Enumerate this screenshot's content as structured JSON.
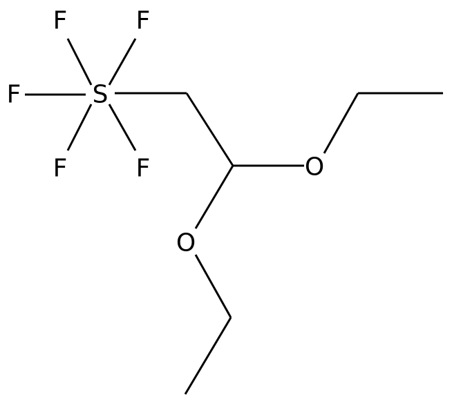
{
  "structure": {
    "atoms": [
      {
        "id": "S1",
        "symbol": "S"
      },
      {
        "id": "F1",
        "symbol": "F"
      },
      {
        "id": "F2",
        "symbol": "F"
      },
      {
        "id": "F3",
        "symbol": "F"
      },
      {
        "id": "F4",
        "symbol": "F"
      },
      {
        "id": "F5",
        "symbol": "F"
      },
      {
        "id": "O1",
        "symbol": "O"
      },
      {
        "id": "O2",
        "symbol": "O"
      }
    ],
    "bonds": [
      {
        "from": "S1",
        "to": "F1",
        "order": 1
      },
      {
        "from": "S1",
        "to": "F2",
        "order": 1
      },
      {
        "from": "S1",
        "to": "F3",
        "order": 1
      },
      {
        "from": "S1",
        "to": "F4",
        "order": 1
      },
      {
        "from": "S1",
        "to": "F5",
        "order": 1
      },
      {
        "from": "S1",
        "to": "C1",
        "order": 1
      },
      {
        "from": "C1",
        "to": "C2",
        "order": 1
      },
      {
        "from": "C2",
        "to": "O1",
        "order": 1
      },
      {
        "from": "O1",
        "to": "C3",
        "order": 1
      },
      {
        "from": "C3",
        "to": "C4",
        "order": 1
      },
      {
        "from": "C2",
        "to": "O2",
        "order": 1
      },
      {
        "from": "O2",
        "to": "C5",
        "order": 1
      },
      {
        "from": "C5",
        "to": "C6",
        "order": 1
      }
    ],
    "line_color": "#000000"
  }
}
